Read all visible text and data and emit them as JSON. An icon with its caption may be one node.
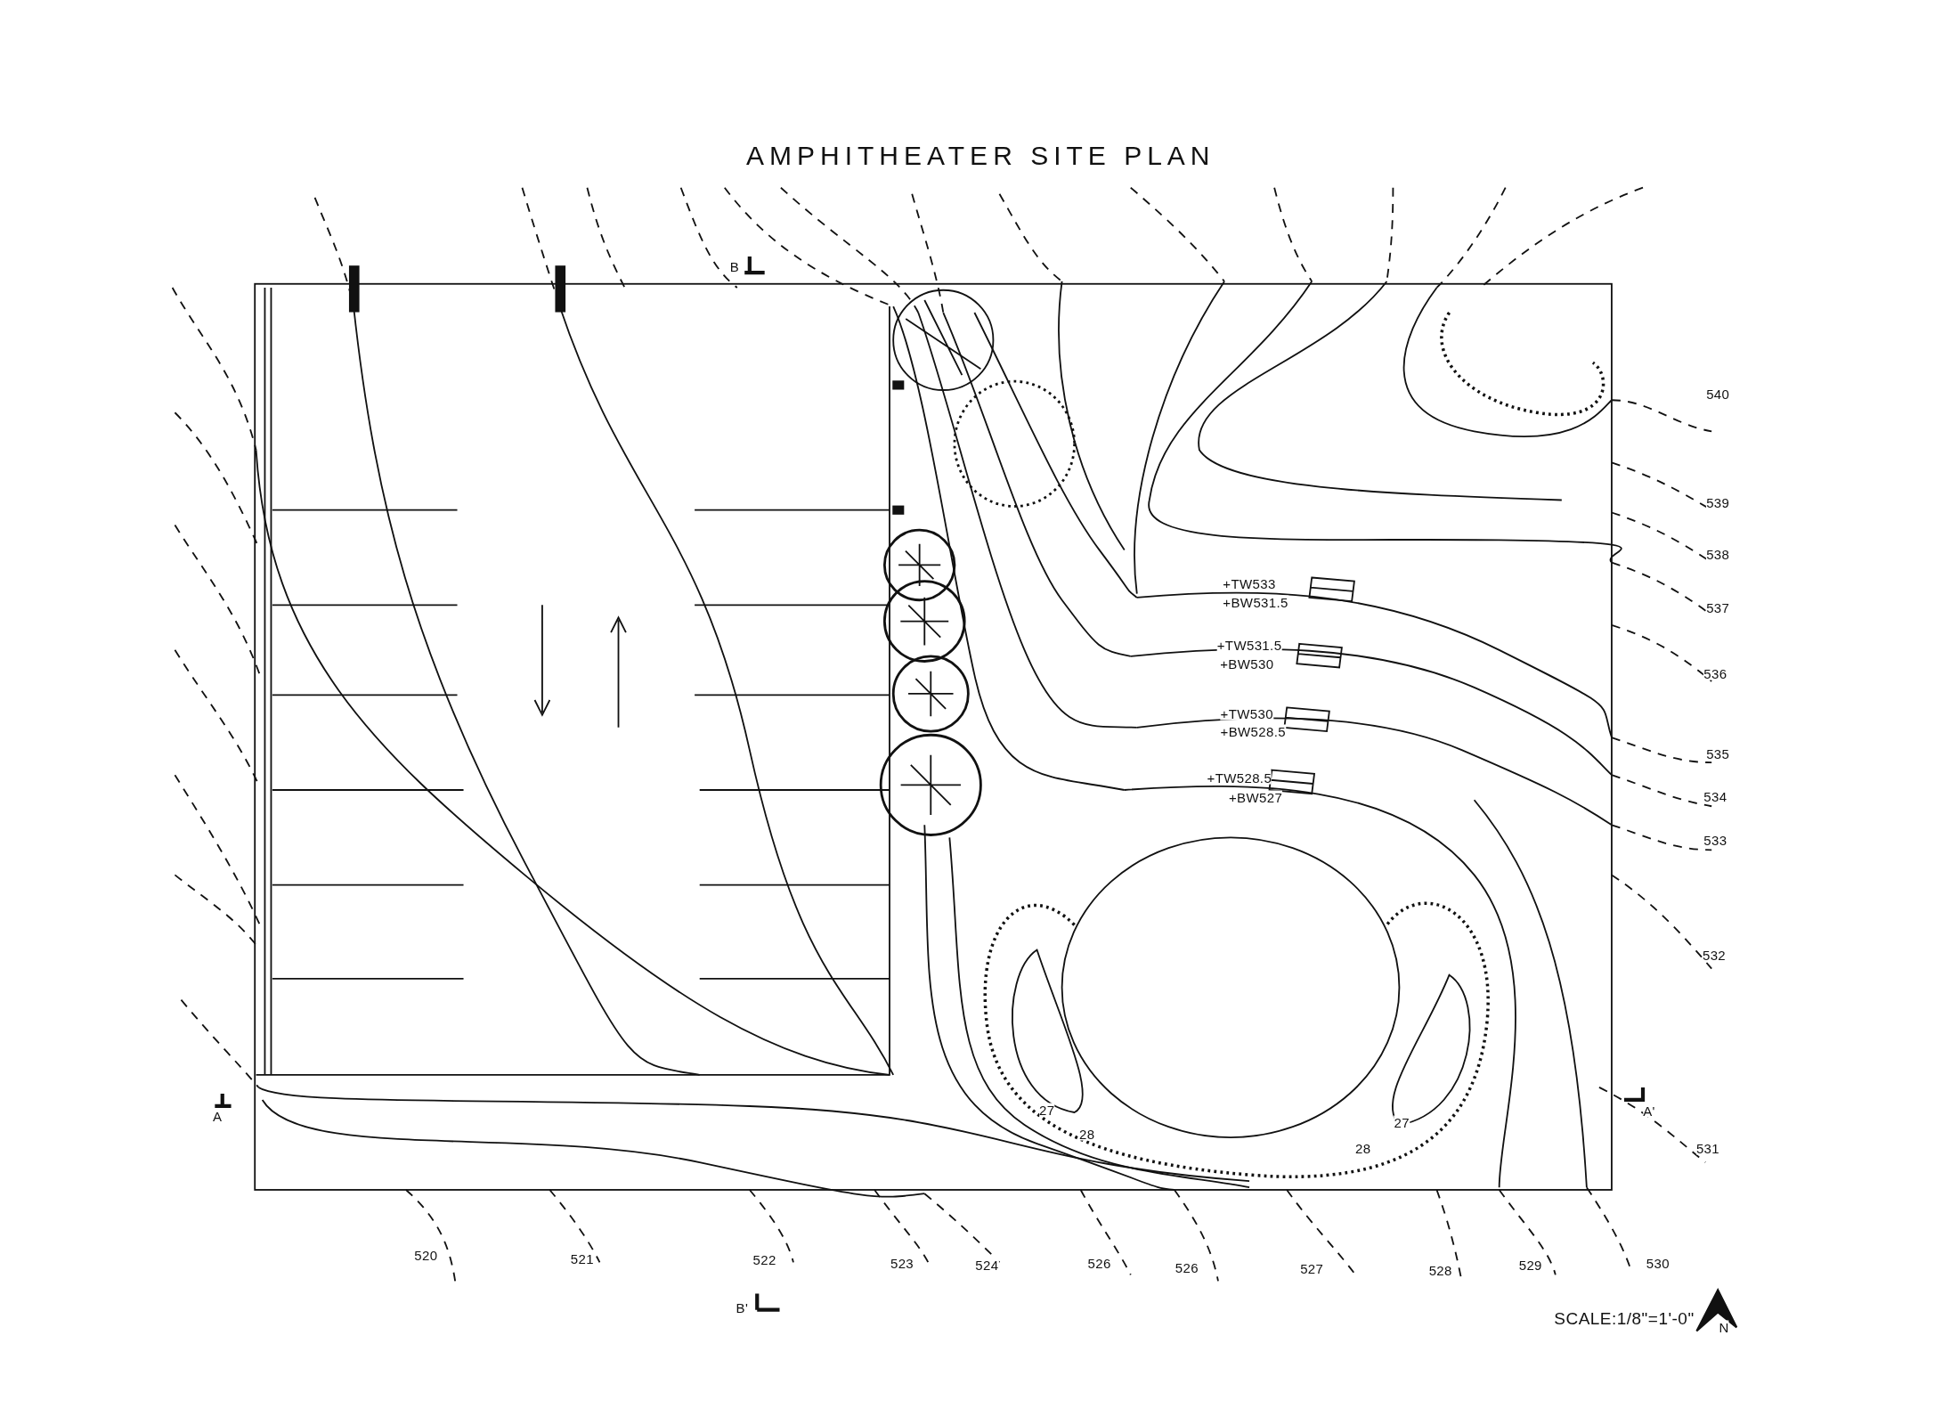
{
  "diagram": {
    "title": "AMPHITHEATER SITE PLAN",
    "labels": [
      "B",
      "540",
      "539",
      "538",
      "+TW533",
      "+BW531.5",
      "537",
      "+TW531.5",
      "+BW530",
      "536",
      "+TW530",
      "+BW528.5",
      "535",
      "+TW528.5",
      "+BW527",
      "534",
      "533",
      "532",
      "27",
      "A'",
      "A",
      "27",
      "28",
      "28",
      "531",
      "520",
      "521",
      "522",
      "523",
      "524",
      "526",
      "526",
      "527",
      "528",
      "529",
      "530",
      "B'",
      "SCALE:1/8\"=1'-0\"",
      "N"
    ]
  }
}
